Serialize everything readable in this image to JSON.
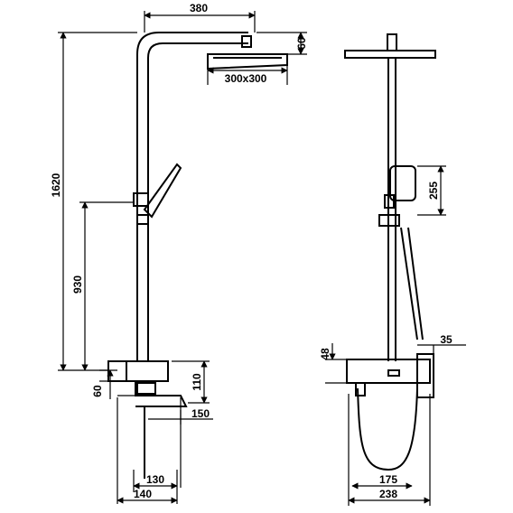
{
  "dimensions": {
    "arm_reach": "380",
    "head_height": "60",
    "head_size": "300x300",
    "total_height": "1620",
    "handle_height": "930",
    "valve_depth": "60",
    "spout_height": "110",
    "spout_reach": "150",
    "valve_width_inner": "130",
    "valve_width_outer": "140",
    "handset_length": "255",
    "valve_height": "48",
    "holder_offset": "35",
    "mount_width": "175",
    "overall_width": "238"
  },
  "colors": {
    "line": "#000000",
    "background": "#ffffff"
  }
}
